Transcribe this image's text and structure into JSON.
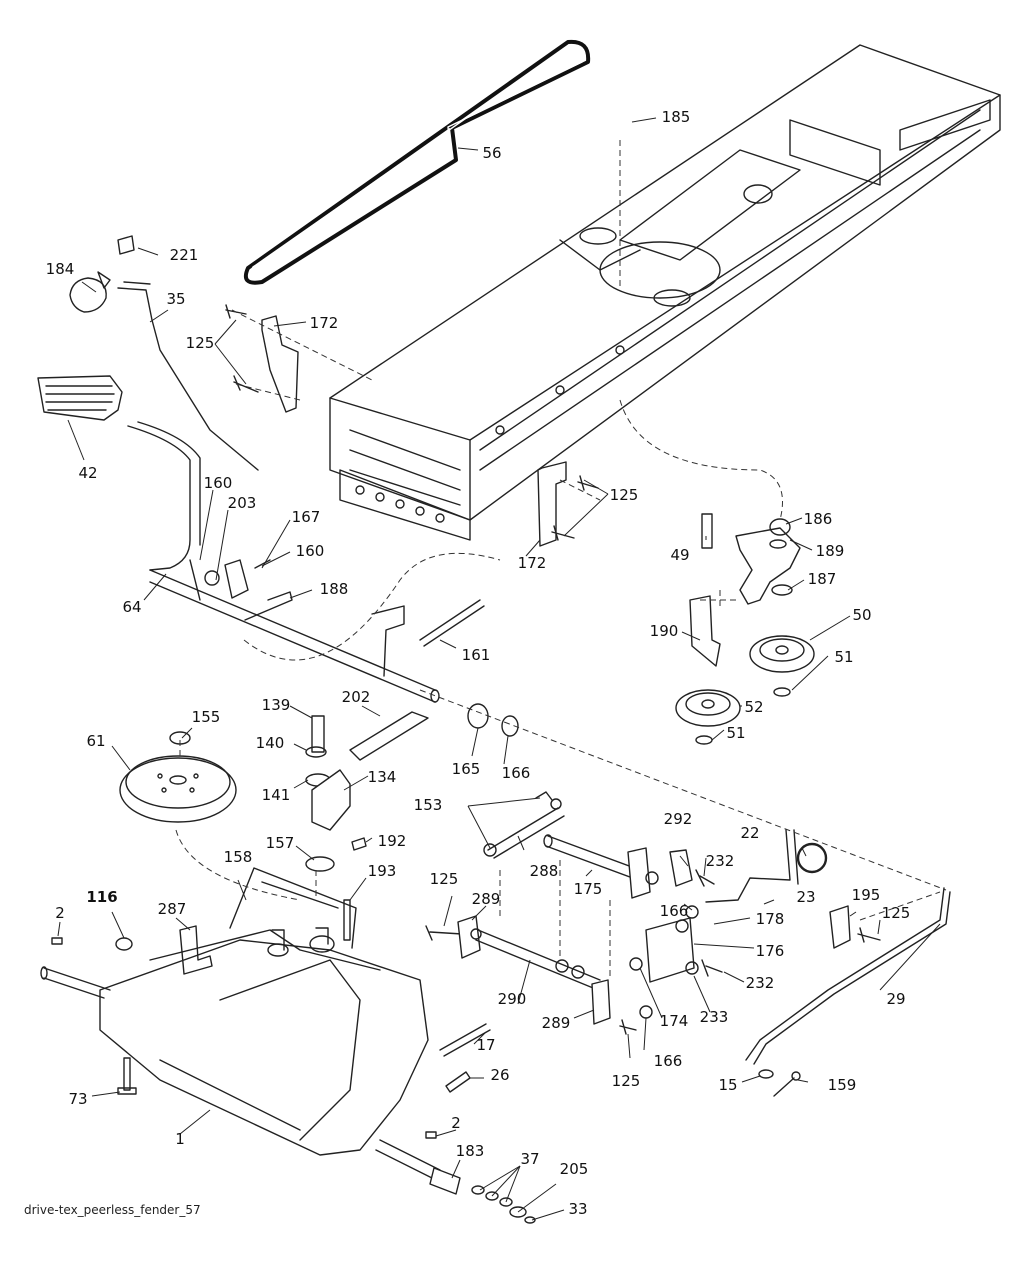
{
  "caption": "drive-tex_peerless_fender_57",
  "callouts": [
    {
      "id": "c1",
      "label": "1",
      "bold": false
    },
    {
      "id": "c2a",
      "label": "2",
      "bold": false
    },
    {
      "id": "c2b",
      "label": "2",
      "bold": false
    },
    {
      "id": "c15",
      "label": "15",
      "bold": false
    },
    {
      "id": "c17",
      "label": "17",
      "bold": false
    },
    {
      "id": "c22",
      "label": "22",
      "bold": false
    },
    {
      "id": "c23",
      "label": "23",
      "bold": false
    },
    {
      "id": "c26",
      "label": "26",
      "bold": false
    },
    {
      "id": "c29",
      "label": "29",
      "bold": false
    },
    {
      "id": "c33",
      "label": "33",
      "bold": false
    },
    {
      "id": "c35",
      "label": "35",
      "bold": false
    },
    {
      "id": "c37",
      "label": "37",
      "bold": false
    },
    {
      "id": "c42",
      "label": "42",
      "bold": false
    },
    {
      "id": "c49",
      "label": "49",
      "bold": false
    },
    {
      "id": "c50",
      "label": "50",
      "bold": false
    },
    {
      "id": "c51a",
      "label": "51",
      "bold": false
    },
    {
      "id": "c51b",
      "label": "51",
      "bold": false
    },
    {
      "id": "c52",
      "label": "52",
      "bold": false
    },
    {
      "id": "c56",
      "label": "56",
      "bold": false
    },
    {
      "id": "c61",
      "label": "61",
      "bold": false
    },
    {
      "id": "c64",
      "label": "64",
      "bold": false
    },
    {
      "id": "c73",
      "label": "73",
      "bold": false
    },
    {
      "id": "c116",
      "label": "116",
      "bold": true
    },
    {
      "id": "c125a",
      "label": "125",
      "bold": false
    },
    {
      "id": "c125b",
      "label": "125",
      "bold": false
    },
    {
      "id": "c125c",
      "label": "125",
      "bold": false
    },
    {
      "id": "c125d",
      "label": "125",
      "bold": false
    },
    {
      "id": "c125e",
      "label": "125",
      "bold": false
    },
    {
      "id": "c134",
      "label": "134",
      "bold": false
    },
    {
      "id": "c139",
      "label": "139",
      "bold": false
    },
    {
      "id": "c140",
      "label": "140",
      "bold": false
    },
    {
      "id": "c141",
      "label": "141",
      "bold": false
    },
    {
      "id": "c153",
      "label": "153",
      "bold": false
    },
    {
      "id": "c155",
      "label": "155",
      "bold": false
    },
    {
      "id": "c157",
      "label": "157",
      "bold": false
    },
    {
      "id": "c158",
      "label": "158",
      "bold": false
    },
    {
      "id": "c159",
      "label": "159",
      "bold": false
    },
    {
      "id": "c160a",
      "label": "160",
      "bold": false
    },
    {
      "id": "c160b",
      "label": "160",
      "bold": false
    },
    {
      "id": "c161",
      "label": "161",
      "bold": false
    },
    {
      "id": "c165",
      "label": "165",
      "bold": false
    },
    {
      "id": "c166a",
      "label": "166",
      "bold": false
    },
    {
      "id": "c166b",
      "label": "166",
      "bold": false
    },
    {
      "id": "c166c",
      "label": "166",
      "bold": false
    },
    {
      "id": "c167",
      "label": "167",
      "bold": false
    },
    {
      "id": "c172a",
      "label": "172",
      "bold": false
    },
    {
      "id": "c172b",
      "label": "172",
      "bold": false
    },
    {
      "id": "c174",
      "label": "174",
      "bold": false
    },
    {
      "id": "c175",
      "label": "175",
      "bold": false
    },
    {
      "id": "c176",
      "label": "176",
      "bold": false
    },
    {
      "id": "c178",
      "label": "178",
      "bold": false
    },
    {
      "id": "c183",
      "label": "183",
      "bold": false
    },
    {
      "id": "c184",
      "label": "184",
      "bold": false
    },
    {
      "id": "c185",
      "label": "185",
      "bold": false
    },
    {
      "id": "c186",
      "label": "186",
      "bold": false
    },
    {
      "id": "c187",
      "label": "187",
      "bold": false
    },
    {
      "id": "c188",
      "label": "188",
      "bold": false
    },
    {
      "id": "c189",
      "label": "189",
      "bold": false
    },
    {
      "id": "c190",
      "label": "190",
      "bold": false
    },
    {
      "id": "c192",
      "label": "192",
      "bold": false
    },
    {
      "id": "c193",
      "label": "193",
      "bold": false
    },
    {
      "id": "c195",
      "label": "195",
      "bold": false
    },
    {
      "id": "c202",
      "label": "202",
      "bold": false
    },
    {
      "id": "c203",
      "label": "203",
      "bold": false
    },
    {
      "id": "c205",
      "label": "205",
      "bold": false
    },
    {
      "id": "c221",
      "label": "221",
      "bold": false
    },
    {
      "id": "c232a",
      "label": "232",
      "bold": false
    },
    {
      "id": "c232b",
      "label": "232",
      "bold": false
    },
    {
      "id": "c233",
      "label": "233",
      "bold": false
    },
    {
      "id": "c287",
      "label": "287",
      "bold": false
    },
    {
      "id": "c288",
      "label": "288",
      "bold": false
    },
    {
      "id": "c289a",
      "label": "289",
      "bold": false
    },
    {
      "id": "c289b",
      "label": "289",
      "bold": false
    },
    {
      "id": "c290",
      "label": "290",
      "bold": false
    },
    {
      "id": "c292",
      "label": "292",
      "bold": false
    }
  ]
}
